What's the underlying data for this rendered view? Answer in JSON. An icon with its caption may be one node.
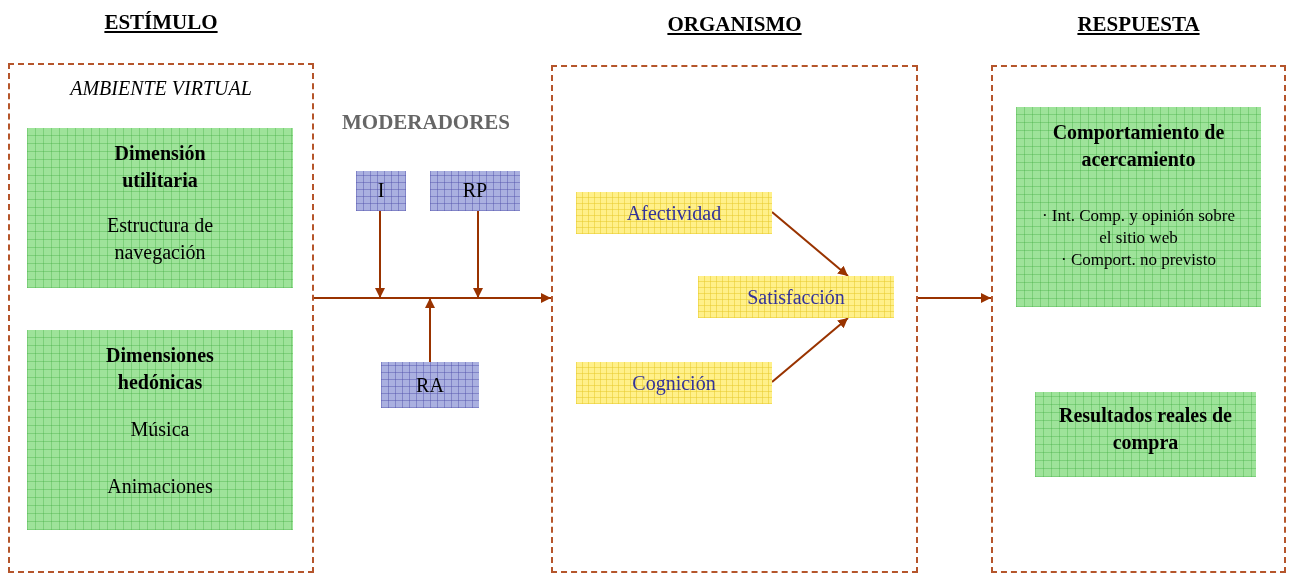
{
  "diagram": {
    "nodes": [
      {
        "text": [
          "ESTÍMULO",
          "AMBIENTE VIRTUAL"
        ]
      },
      {
        "text": [
          "Dimensión utilitaria",
          "Estructura de navegación"
        ],
        "in": 0
      },
      {
        "text": [
          "Dimensiones hedónicas",
          "Música",
          "Animaciones"
        ],
        "in": 0
      },
      {
        "text": [
          "ORGANISMO"
        ]
      },
      {
        "text": [
          "Afectividad"
        ],
        "in": 3
      },
      {
        "text": [
          "Satisfacción"
        ],
        "in": 3
      },
      {
        "text": [
          "Cognición"
        ],
        "in": 3
      },
      {
        "text": [
          "RESPUESTA"
        ]
      },
      {
        "text": [
          "Comportamiento de acercamiento",
          "· Int. Comp. y opinión sobre el sitio web",
          "· Comport. no previsto"
        ],
        "in": 7
      },
      {
        "text": [
          "Resultados reales de compra"
        ],
        "in": 7
      },
      {
        "text": [
          "I"
        ]
      },
      {
        "text": [
          "RP"
        ]
      },
      {
        "text": [
          "RA"
        ]
      }
    ],
    "edges": [
      {
        "from": 0,
        "to": 3,
        "arrow": "to"
      },
      {
        "from": 10,
        "to": null,
        "arrow": "to"
      },
      {
        "from": 11,
        "to": null,
        "arrow": "to"
      },
      {
        "from": 12,
        "to": null,
        "arrow": "to"
      },
      {
        "from": 4,
        "to": 5,
        "arrow": "to"
      },
      {
        "from": 6,
        "to": 5,
        "arrow": "to"
      },
      {
        "from": 3,
        "to": 7,
        "arrow": "to"
      }
    ],
    "labels": [
      "MODERADORES"
    ]
  }
}
